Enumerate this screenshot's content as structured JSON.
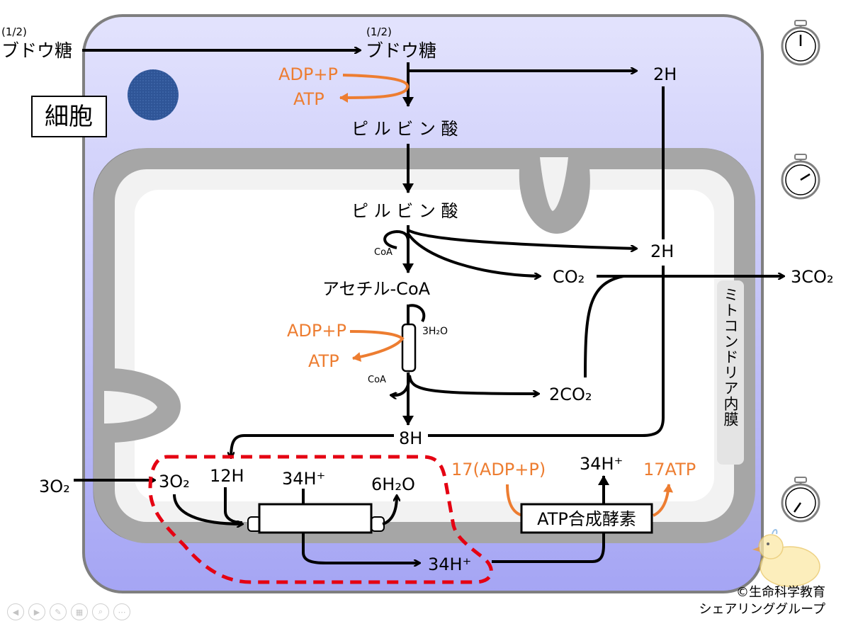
{
  "cell_label": "細胞",
  "membrane_label": "ミトコンドリア内膜",
  "glucose": {
    "fraction": "(1/2)",
    "name": "ブドウ糖"
  },
  "glycolysis": {
    "adp": "ADP+P",
    "atp": "ATP",
    "h": "2H"
  },
  "pyruvate": "ピ ル ビ ン 酸",
  "pyruvate_inner": "ピ ル ビ ン 酸",
  "link": {
    "coa": "CoA",
    "h": "2H",
    "co2": "CO₂",
    "co2_out": "3CO₂"
  },
  "acetyl_coa": "アセチル-CoA",
  "citric": {
    "adp": "ADP+P",
    "atp": "ATP",
    "water": "3H₂O",
    "coa": "CoA",
    "co2": "2CO₂",
    "h": "8H"
  },
  "etc": {
    "o2_in": "3O₂",
    "o2": "3O₂",
    "h": "12H",
    "hplus": "34H⁺",
    "water": "6H₂O",
    "hplus_bottom": "34H⁺"
  },
  "atp_synthase": {
    "label": "ATP合成酵素",
    "adp": "17(ADP+P)",
    "hplus": "34H⁺",
    "atp": "17ATP"
  },
  "credit": [
    "©生命科学教育",
    "シェアリンググループ"
  ],
  "colors": {
    "cell_fill_top": "#E3E3FD",
    "cell_fill_bottom": "#A5A5F4",
    "membrane": "#A6A6A6",
    "orange": "#ED7D31",
    "highlight": "#E50012",
    "nucleus": "#2F5597"
  },
  "nav_icons": [
    "prev-icon",
    "next-icon",
    "pen-icon",
    "slides-icon",
    "zoom-icon",
    "more-icon"
  ]
}
